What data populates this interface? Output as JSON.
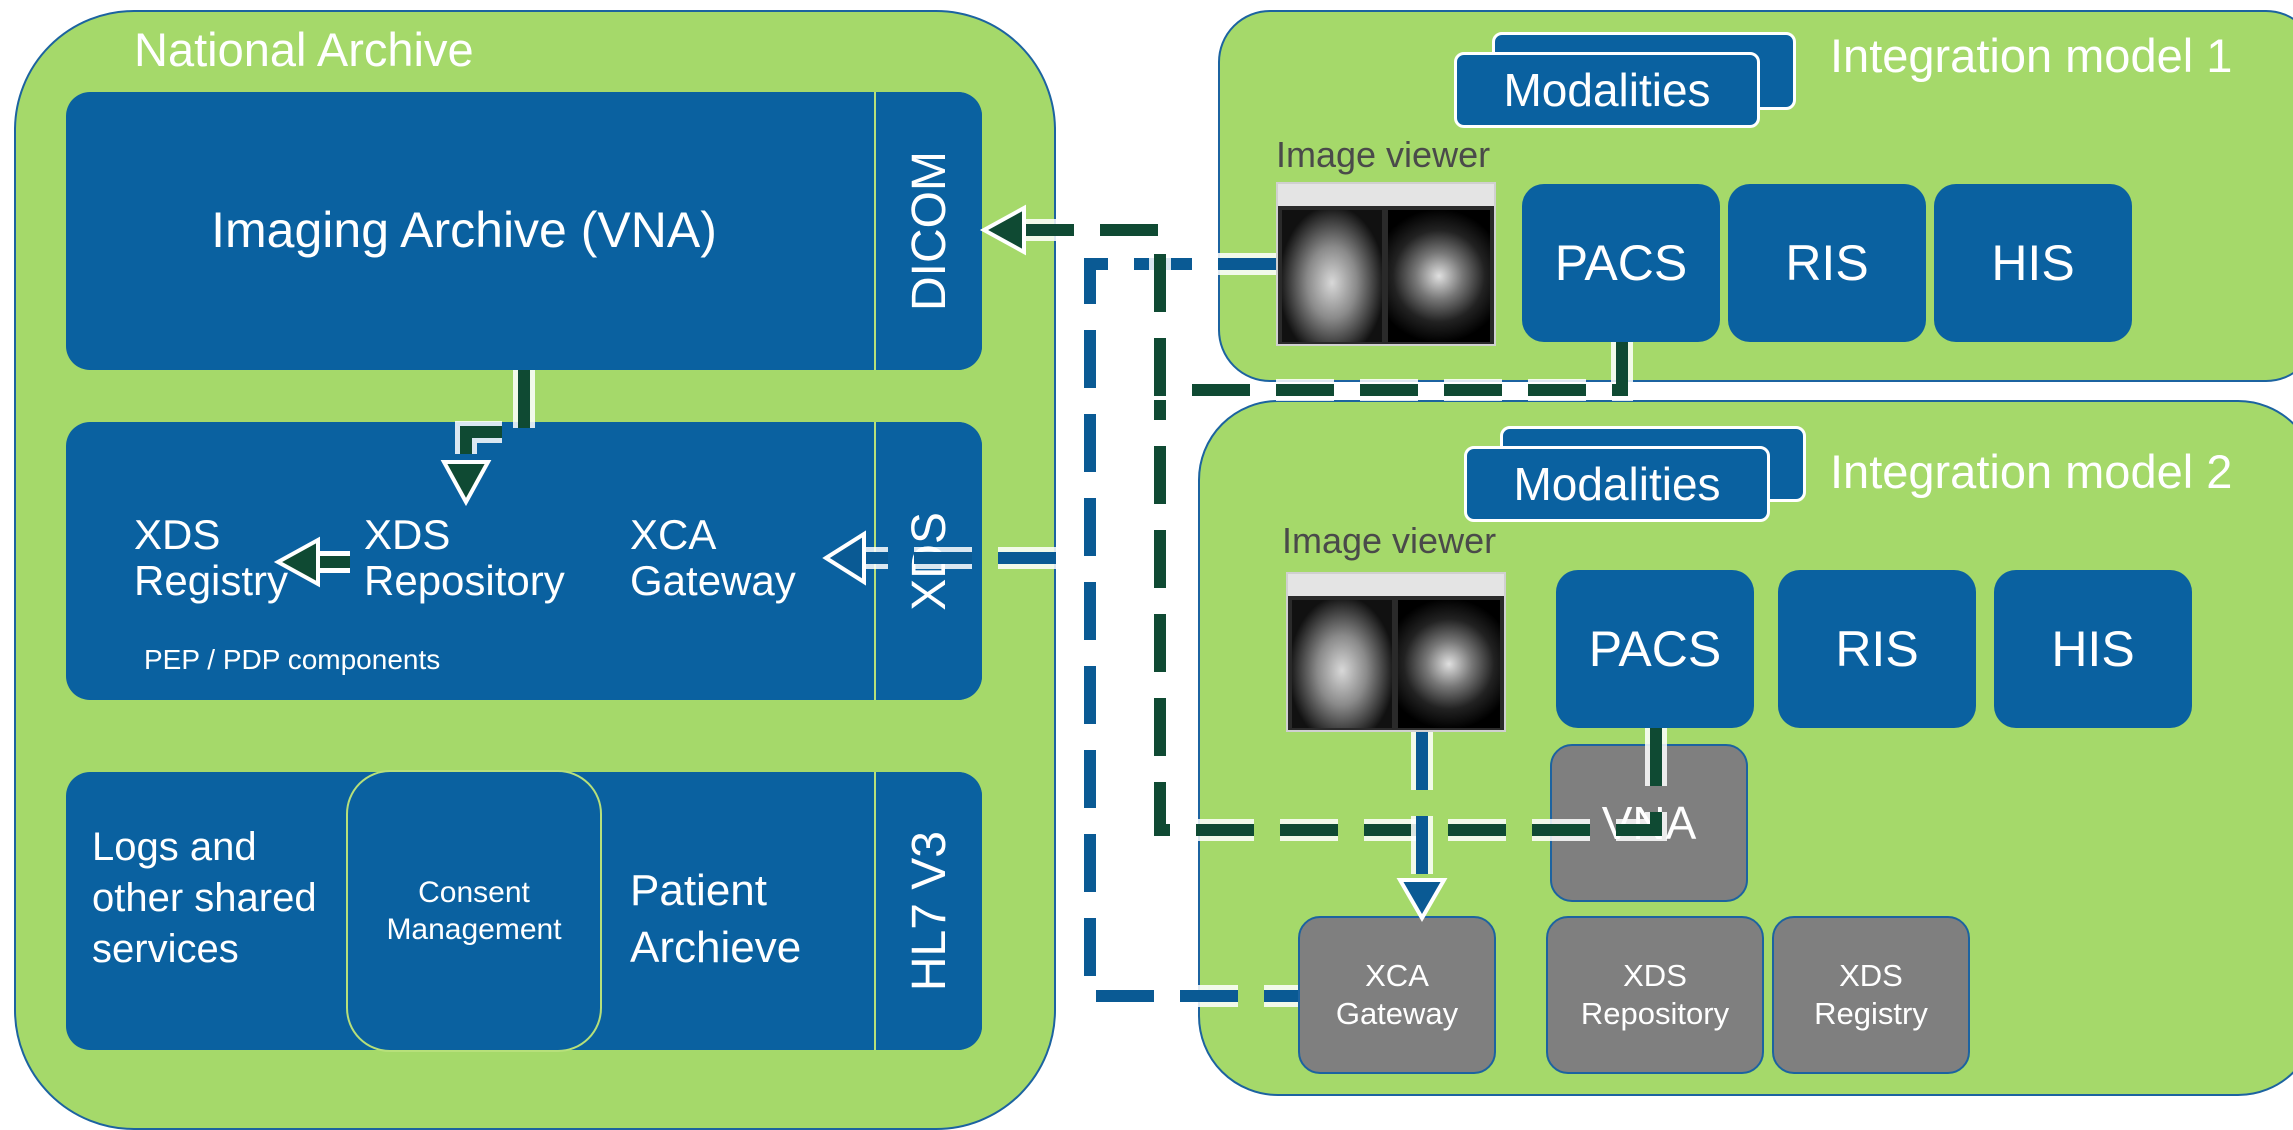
{
  "national_archive": {
    "title": "National Archive",
    "imaging_archive": "Imaging Archive (VNA)",
    "dicom_label": "DICOM",
    "xds_label": "XDS",
    "hl7_label": "HL7 V3",
    "xds_registry": "XDS\nRegistry",
    "xds_repository": "XDS\nRepository",
    "xca_gateway": "XCA\nGateway",
    "pep_pdp": "PEP / PDP components",
    "logs": "Logs and\nother shared\nservices",
    "consent": "Consent\nManagement",
    "patient_archive": "Patient\nArchieve"
  },
  "model1": {
    "title": "Integration model 1",
    "modalities": "Modalities",
    "image_viewer": "Image viewer",
    "pacs": "PACS",
    "ris": "RIS",
    "his": "HIS"
  },
  "model2": {
    "title": "Integration model 2",
    "modalities": "Modalities",
    "image_viewer": "Image viewer",
    "pacs": "PACS",
    "ris": "RIS",
    "his": "HIS",
    "vna": "VNA",
    "xca_gateway": "XCA\nGateway",
    "xds_repository": "XDS\nRepository",
    "xds_registry": "XDS\nRegistry"
  },
  "colors": {
    "panel_green": "#a5d96a",
    "box_blue": "#0a61a0",
    "box_gray": "#7f7f7f",
    "arrow_dark_green": "#0f4a33",
    "arrow_blue": "#0a5a94"
  }
}
